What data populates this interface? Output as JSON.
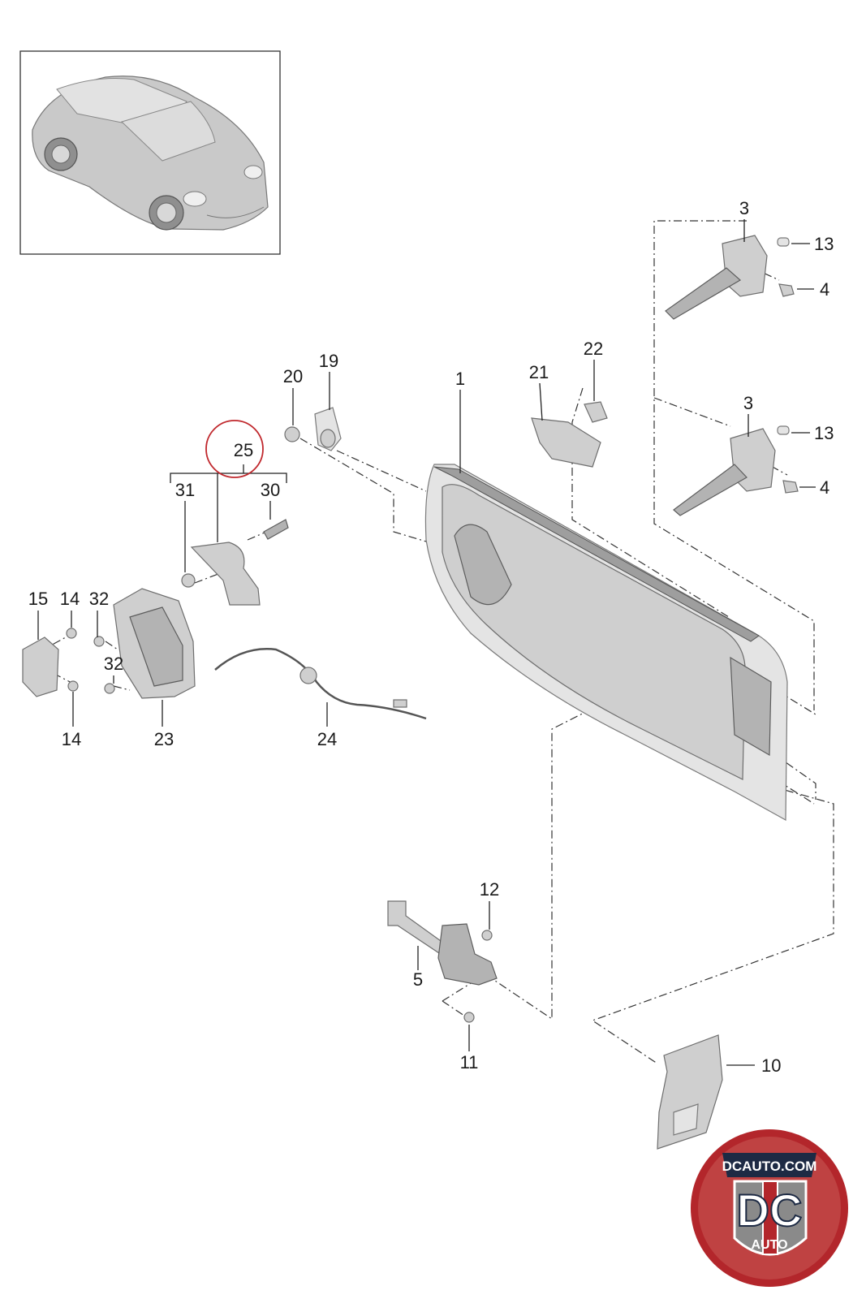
{
  "diagram": {
    "callouts": [
      {
        "id": "c1",
        "label": "1"
      },
      {
        "id": "c3a",
        "label": "3"
      },
      {
        "id": "c3b",
        "label": "3"
      },
      {
        "id": "c4a",
        "label": "4"
      },
      {
        "id": "c4b",
        "label": "4"
      },
      {
        "id": "c5",
        "label": "5"
      },
      {
        "id": "c10",
        "label": "10"
      },
      {
        "id": "c11",
        "label": "11"
      },
      {
        "id": "c12",
        "label": "12"
      },
      {
        "id": "c13a",
        "label": "13"
      },
      {
        "id": "c13b",
        "label": "13"
      },
      {
        "id": "c14a",
        "label": "14"
      },
      {
        "id": "c14b",
        "label": "14"
      },
      {
        "id": "c15",
        "label": "15"
      },
      {
        "id": "c19",
        "label": "19"
      },
      {
        "id": "c20",
        "label": "20"
      },
      {
        "id": "c21",
        "label": "21"
      },
      {
        "id": "c22",
        "label": "22"
      },
      {
        "id": "c23",
        "label": "23"
      },
      {
        "id": "c24",
        "label": "24"
      },
      {
        "id": "c25",
        "label": "25"
      },
      {
        "id": "c30",
        "label": "30"
      },
      {
        "id": "c31",
        "label": "31"
      },
      {
        "id": "c32a",
        "label": "32"
      },
      {
        "id": "c32b",
        "label": "32"
      }
    ],
    "highlight_color": "#c0282d",
    "line_color": "#222222",
    "part_color": "#cfcfcf"
  },
  "logo": {
    "text_top": "DCAUTO.COM",
    "text_main": "DC",
    "text_bottom": "AUTO",
    "colors": {
      "red": "#b3262b",
      "gray": "#8a8a8a",
      "navy": "#1d2a44"
    }
  }
}
